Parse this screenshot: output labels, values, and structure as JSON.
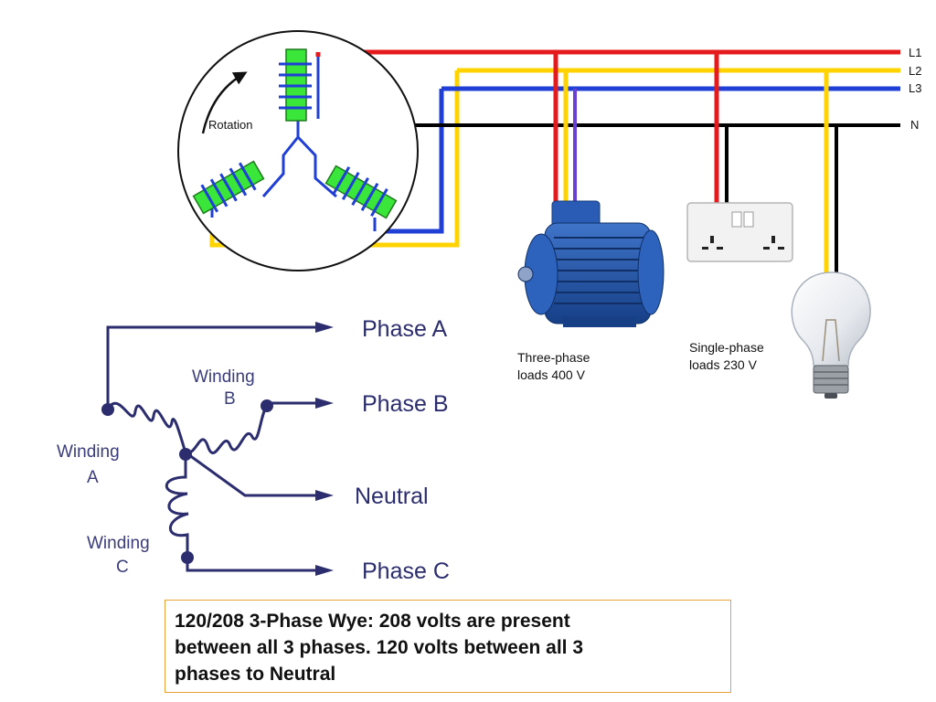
{
  "top_diagram": {
    "line_labels": {
      "l1": "L1",
      "l2": "L2",
      "l3": "L3",
      "n": "N"
    },
    "rotation_label": "Rotation",
    "three_phase_caption": [
      "Three-phase",
      "loads 400 V"
    ],
    "single_phase_caption": [
      "Single-phase",
      "loads 230 V"
    ],
    "colors": {
      "l1": "#e41a1c",
      "l2": "#ffd300",
      "l3": "#1f3fd6",
      "n": "#000000",
      "motor": "#1a4fa8",
      "coil": "#39e639"
    }
  },
  "wye_diagram": {
    "phase_a": "Phase A",
    "phase_b": "Phase B",
    "neutral": "Neutral",
    "phase_c": "Phase C",
    "winding_a": [
      "Winding",
      "A"
    ],
    "winding_b": [
      "Winding",
      "B"
    ],
    "winding_c": [
      "Winding",
      "C"
    ],
    "color": "#2b2d6e"
  },
  "caption": {
    "line1": "120/208 3-Phase Wye: 208 volts are present",
    "line2": "between all 3 phases. 120 volts between all 3",
    "line3": "phases to Neutral"
  }
}
